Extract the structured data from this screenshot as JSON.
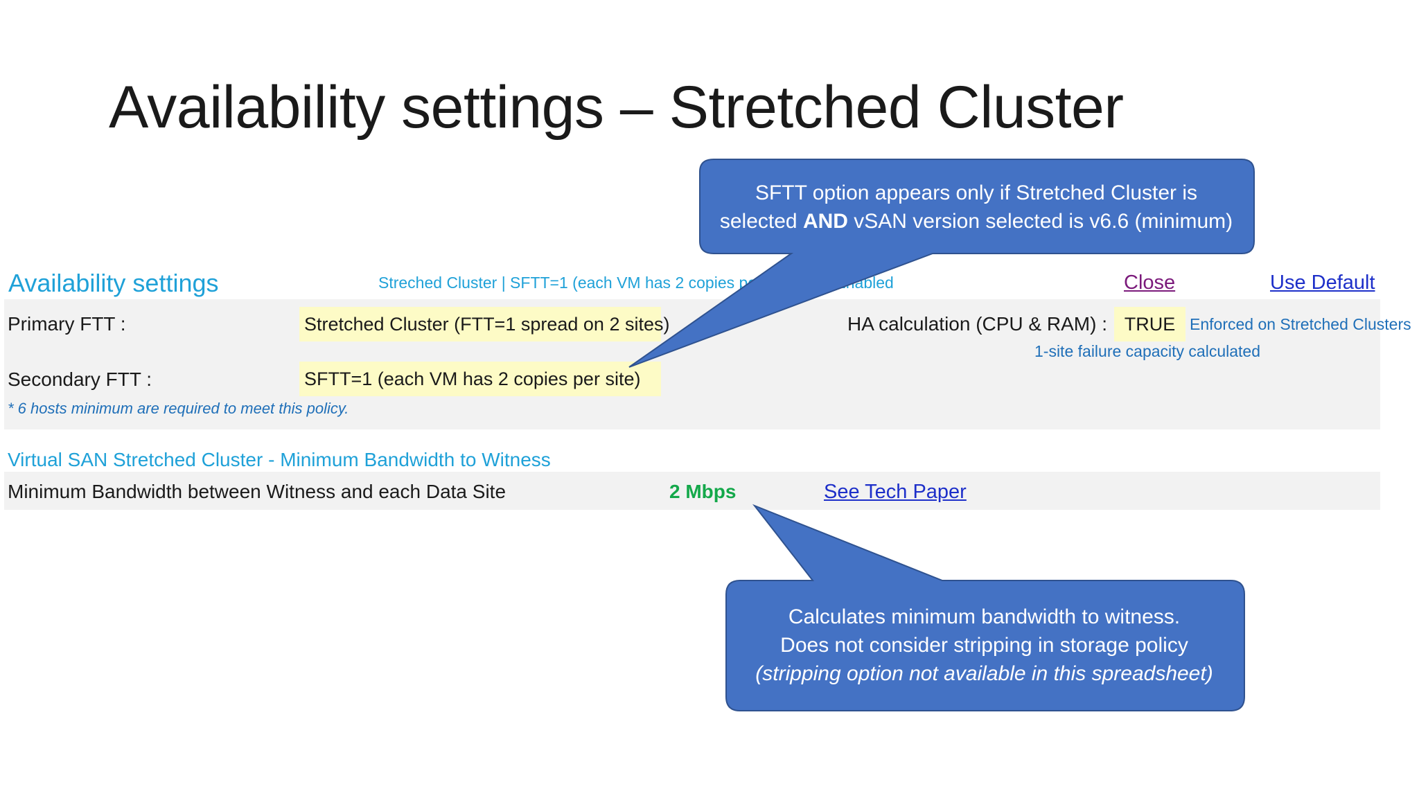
{
  "slide": {
    "title": "Availability settings – Stretched Cluster"
  },
  "availability": {
    "heading": "Availability settings",
    "summary": "Streched Cluster  |  SFTT=1 (each VM has 2 copies per site)  |  HA Enabled",
    "close_label": "Close",
    "use_default_label": "Use Default",
    "primary_ftt": {
      "label": "Primary FTT :",
      "value": "Stretched Cluster (FTT=1 spread on 2 sites)"
    },
    "secondary_ftt": {
      "label": "Secondary FTT :",
      "value": "SFTT=1 (each VM has 2 copies per site)"
    },
    "hosts_note": "* 6 hosts minimum are required to meet this policy.",
    "ha": {
      "label": "HA calculation (CPU & RAM) :",
      "value": "TRUE",
      "enforced_note": "Enforced on Stretched Clusters",
      "capacity_note": "1-site failure capacity calculated"
    }
  },
  "bandwidth": {
    "heading": "Virtual SAN Stretched Cluster - Minimum Bandwidth to Witness",
    "label": "Minimum Bandwidth between Witness and each Data Site",
    "value": "2 Mbps",
    "tech_paper_label": "See Tech Paper"
  },
  "callouts": {
    "top": {
      "line1": "SFTT option appears only if Stretched Cluster is",
      "line2_pre": "selected ",
      "line2_bold": "AND",
      "line2_post": " vSAN version selected is v6.6 (minimum)"
    },
    "bottom": {
      "line1": "Calculates minimum bandwidth to witness.",
      "line2": "Does not consider stripping in storage policy",
      "line3": "(stripping option not available in this spreadsheet)"
    }
  },
  "colors": {
    "accent": "#1fa1d8",
    "note_blue": "#1f6fb8",
    "value_highlight": "#fdfbc6",
    "panel_bg": "#f2f2f2",
    "callout_fill": "#4472c4",
    "callout_stroke": "#2f528f",
    "bandwidth_value": "#14a84a",
    "visited_link": "#7b1a7b",
    "link": "#1d2fc9"
  }
}
